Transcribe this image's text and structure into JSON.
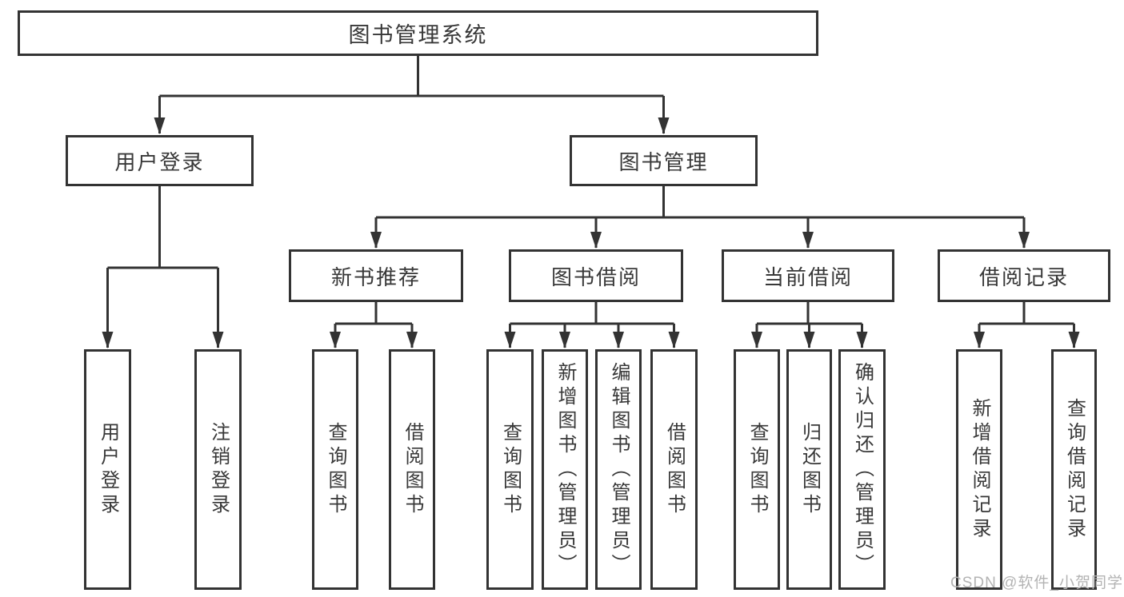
{
  "tree": {
    "root": "图书管理系统",
    "branches": [
      {
        "label": "用户登录",
        "children": [
          "用户登录",
          "注销登录"
        ]
      },
      {
        "label": "图书管理",
        "sections": [
          {
            "label": "新书推荐",
            "children": [
              "查询图书",
              "借阅图书"
            ]
          },
          {
            "label": "图书借阅",
            "children": [
              "查询图书",
              "新增图书（管理员）",
              "编辑图书（管理员）",
              "借阅图书"
            ]
          },
          {
            "label": "当前借阅",
            "children": [
              "查询图书",
              "归还图书",
              "确认归还（管理员）"
            ]
          },
          {
            "label": "借阅记录",
            "children": [
              "新增借阅记录",
              "查询借阅记录"
            ]
          }
        ]
      }
    ]
  },
  "watermark": {
    "text": "CSDN @软件_小贺同学",
    "color": "#b3b3b3"
  },
  "colors": {
    "line": "#333333",
    "text": "#383838",
    "background": "#ffffff"
  }
}
